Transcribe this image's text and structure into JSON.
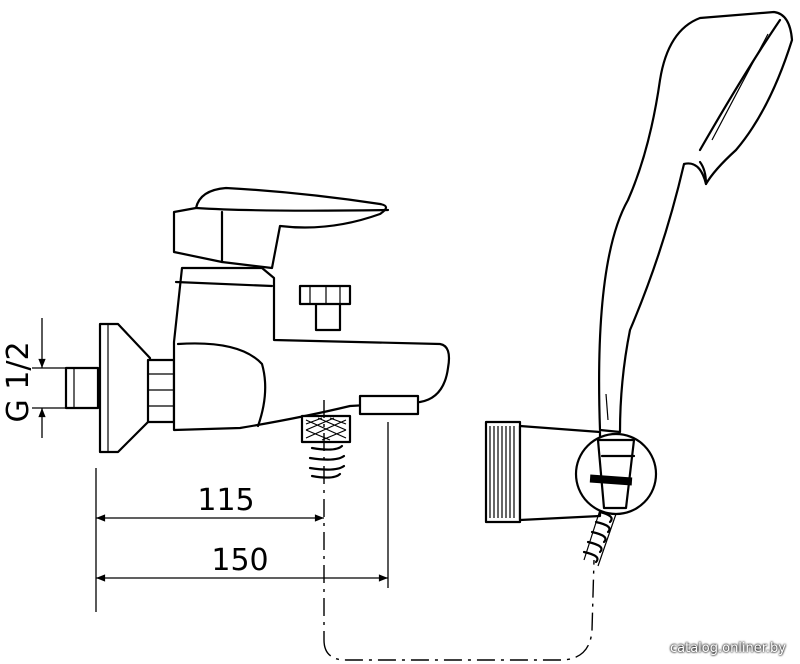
{
  "dimensions": {
    "thread_label": "G 1/2",
    "distance_1": "115",
    "distance_2": "150"
  },
  "watermark": "catalog.onliner.by"
}
